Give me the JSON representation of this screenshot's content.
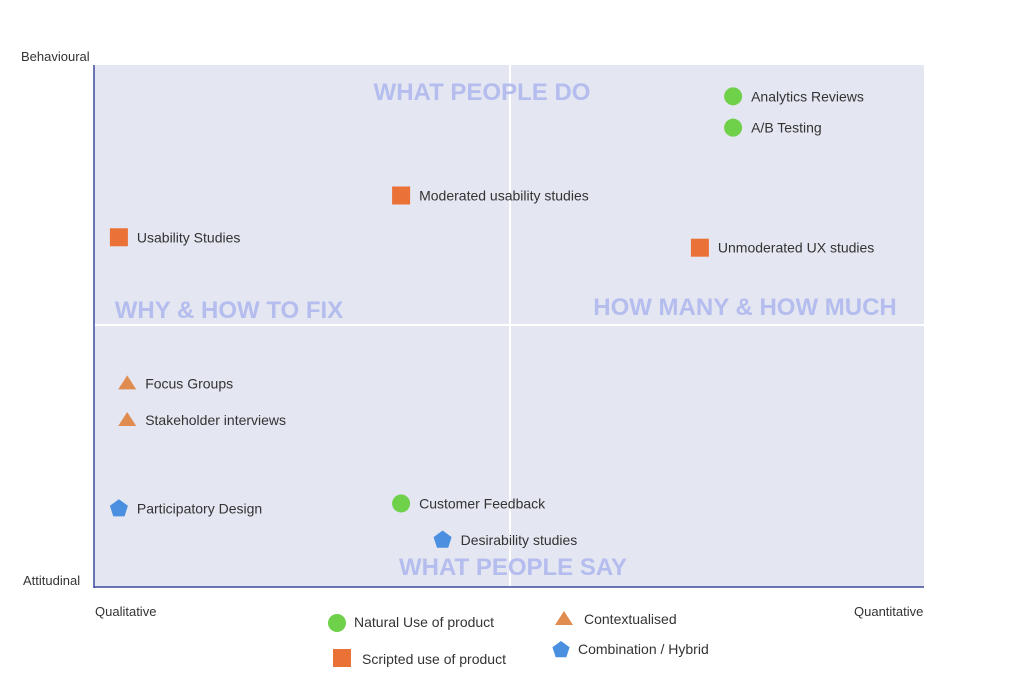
{
  "axes": {
    "y_top": "Behavioural",
    "y_bottom": "Attitudinal",
    "x_left": "Qualitative",
    "x_right": "Quantitative"
  },
  "quadrant_labels": [
    {
      "text": "WHAT PEOPLE DO"
    },
    {
      "text": "WHY & HOW TO FIX"
    },
    {
      "text": "HOW MANY & HOW MUCH"
    },
    {
      "text": "WHAT PEOPLE SAY"
    }
  ],
  "colors": {
    "plot_bg": "#e4e6f1",
    "axis": "#3b4a9e",
    "divider": "#ffffff",
    "quad_text": "#b4bdee",
    "natural": "#6fd04a",
    "scripted": "#eb7237",
    "contextual": "#e08c50",
    "hybrid": "#4a8fe0"
  },
  "legend": [
    {
      "shape": "circle",
      "label": "Natural Use of product",
      "color": "#6fd04a"
    },
    {
      "shape": "square",
      "label": "Scripted use of product",
      "color": "#eb7237"
    },
    {
      "shape": "triangle",
      "label": "Contextualised",
      "color": "#e08c50"
    },
    {
      "shape": "pentagon",
      "label": "Combination / Hybrid",
      "color": "#4a8fe0"
    }
  ],
  "chart_data": {
    "type": "scatter",
    "xlim": [
      0,
      100
    ],
    "ylim": [
      0,
      100
    ],
    "x_axis": "Qualitative to Quantitative",
    "y_axis": "Attitudinal to Behavioural",
    "points": [
      {
        "label": "Analytics Reviews",
        "x": 77,
        "y": 94,
        "shape": "circle"
      },
      {
        "label": "A/B Testing",
        "x": 77,
        "y": 88,
        "shape": "circle"
      },
      {
        "label": "Moderated usability studies",
        "x": 37,
        "y": 75,
        "shape": "square"
      },
      {
        "label": "Usability Studies",
        "x": 3,
        "y": 67,
        "shape": "square"
      },
      {
        "label": "Unmoderated UX studies",
        "x": 73,
        "y": 65,
        "shape": "square"
      },
      {
        "label": "Focus Groups",
        "x": 4,
        "y": 39,
        "shape": "triangle"
      },
      {
        "label": "Stakeholder interviews",
        "x": 4,
        "y": 32,
        "shape": "triangle"
      },
      {
        "label": "Participatory Design",
        "x": 3,
        "y": 15,
        "shape": "pentagon"
      },
      {
        "label": "Customer Feedback",
        "x": 37,
        "y": 16,
        "shape": "circle"
      },
      {
        "label": "Desirability studies",
        "x": 42,
        "y": 9,
        "shape": "pentagon"
      }
    ]
  }
}
